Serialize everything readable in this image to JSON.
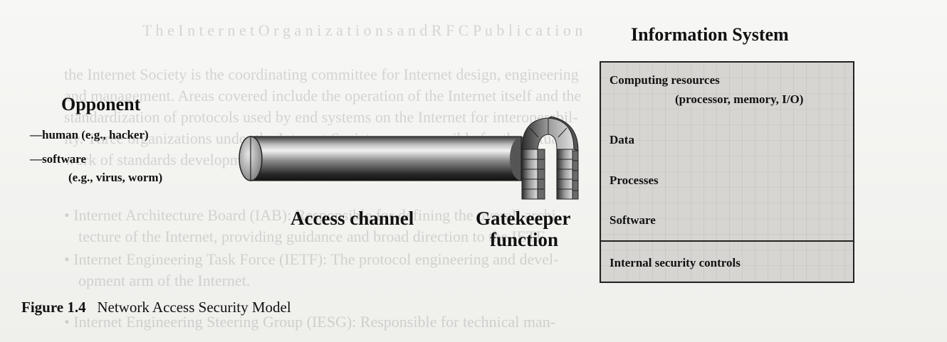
{
  "opponent": {
    "title": "Opponent",
    "items": [
      "—human (e.g., hacker)",
      "—software",
      "(e.g., virus, worm)"
    ]
  },
  "access_channel_label": "Access channel",
  "gatekeeper_label_line1": "Gatekeeper",
  "gatekeeper_label_line2": "function",
  "information_system": {
    "title": "Information System",
    "resources_line1": "Computing resources",
    "resources_line2": "(processor, memory, I/O)",
    "data": "Data",
    "processes": "Processes",
    "software": "Software",
    "controls": "Internal security controls"
  },
  "caption": {
    "figure": "Figure 1.4",
    "title": "Network Access Security Model"
  }
}
